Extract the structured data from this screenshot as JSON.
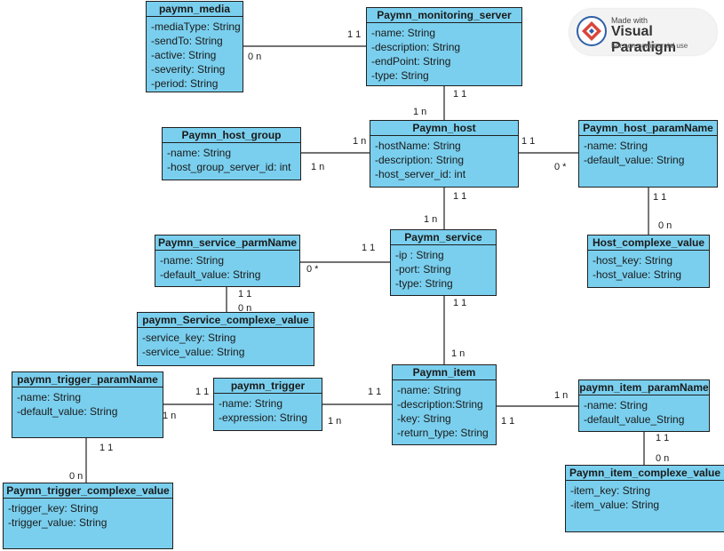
{
  "classes": {
    "paymn_media": {
      "name": "paymn_media",
      "attrs": [
        "-mediaType: String",
        "-sendTo: String",
        "-active: String",
        "-severity: String",
        "-period: String"
      ]
    },
    "monitoring_server": {
      "name": "Paymn_monitoring_server",
      "attrs": [
        "-name: String",
        "-description: String",
        "-endPoint: String",
        "-type: String"
      ]
    },
    "host_group": {
      "name": "Paymn_host_group",
      "attrs": [
        "-name: String",
        "-host_group_server_id: int"
      ]
    },
    "host": {
      "name": "Paymn_host",
      "attrs": [
        "-hostName: String",
        "-description: String",
        "-host_server_id: int"
      ]
    },
    "host_paramName": {
      "name": "Paymn_host_paramName",
      "attrs": [
        "-name: String",
        "-default_value: String"
      ]
    },
    "service_parmName": {
      "name": "Paymn_service_parmName",
      "attrs": [
        "-name: String",
        "-default_value: String"
      ]
    },
    "service": {
      "name": "Paymn_service",
      "attrs": [
        "-ip : String",
        "-port: String",
        "-type: String"
      ]
    },
    "host_complexe": {
      "name": "Host_complexe_value",
      "attrs": [
        "-host_key: String",
        "-host_value: String"
      ]
    },
    "service_complexe": {
      "name": "paymn_Service_complexe_value",
      "attrs": [
        "-service_key: String",
        "-service_value: String"
      ]
    },
    "trigger_paramName": {
      "name": "paymn_trigger_paramName",
      "attrs": [
        "-name: String",
        "-default_value: String"
      ]
    },
    "trigger": {
      "name": "paymn_trigger",
      "attrs": [
        "-name: String",
        "-expression: String"
      ]
    },
    "item": {
      "name": "Paymn_item",
      "attrs": [
        "-name: String",
        "-description:String",
        "-key: String",
        "-return_type: String"
      ]
    },
    "item_paramName": {
      "name": "paymn_item_paramName",
      "attrs": [
        "-name: String",
        "-default_value_String"
      ]
    },
    "trigger_complexe": {
      "name": "Paymn_trigger_complexe_value",
      "attrs": [
        "-trigger_key: String",
        "-trigger_value: String"
      ]
    },
    "item_complexe": {
      "name": "Paymn_item_complexe_value",
      "attrs": [
        "-item_key: String",
        "-item_value: String"
      ]
    }
  },
  "multiplicities": {
    "media_monitor_a": "1 1",
    "media_monitor_b": "0 n",
    "monitor_host_a": "1 1",
    "monitor_host_b": "1 n",
    "group_host_a": "1 n",
    "group_host_b": "1 n",
    "host_param_a": "1 1",
    "host_param_b": "0 *",
    "host_service_a": "1 1",
    "host_service_b": "1 n",
    "hostparam_complexe_a": "1 1",
    "hostparam_complexe_b": "0 n",
    "serviceparm_service_a": "1 1",
    "serviceparm_service_b": "0 *",
    "serviceparm_complexe_a": "1 1",
    "serviceparm_complexe_b": "0 n",
    "service_item_a": "1 1",
    "service_item_b": "1 n",
    "trigparam_trigger_a": "1 1",
    "trigparam_trigger_b": "1 n",
    "trigger_item_a": "1 1",
    "trigger_item_b": "1 n",
    "item_itemparam_a": "1 n",
    "item_itemparam_b": "1 1",
    "trigparam_complexe_a": "1 1",
    "trigparam_complexe_b": "0 n",
    "itemparam_complexe_a": "1 1",
    "itemparam_complexe_b": "0 n"
  },
  "watermark": {
    "line1": "Made with",
    "line2": "Visual Paradigm",
    "line3": "For non-commercial use"
  }
}
